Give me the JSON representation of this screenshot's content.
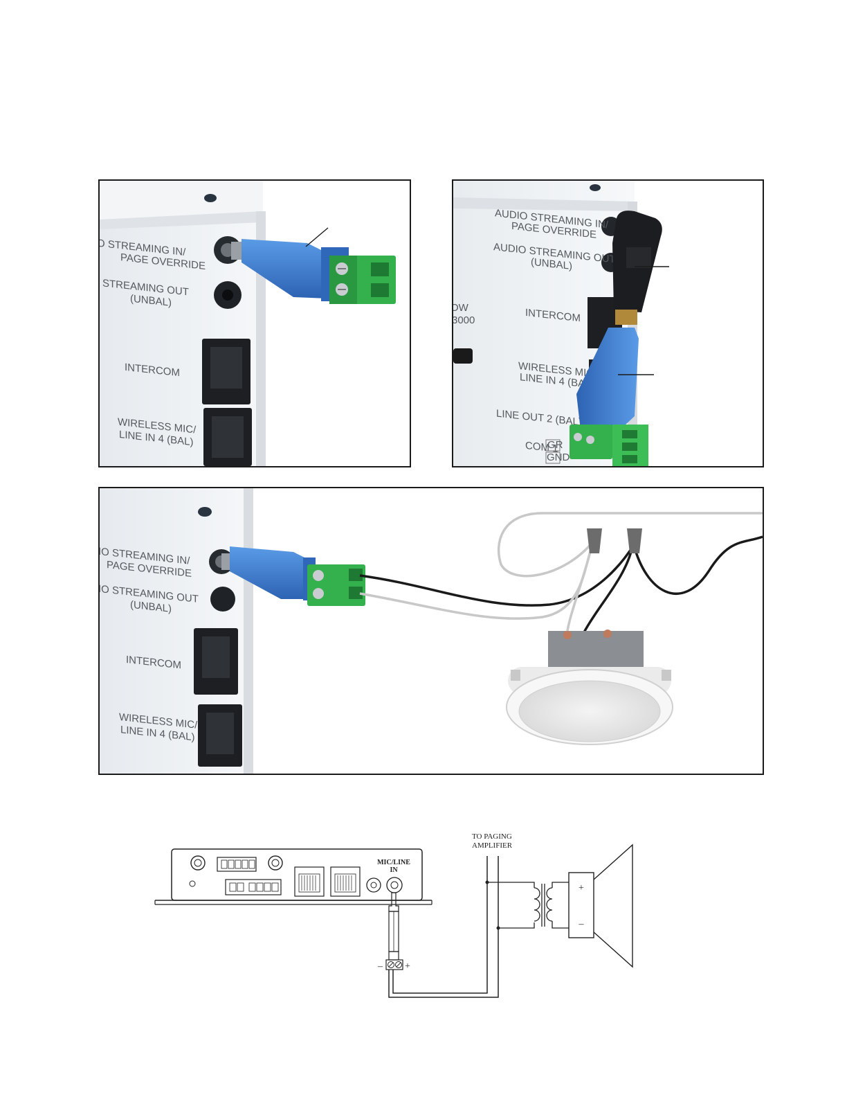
{
  "panel1": {
    "labels": [
      "O STREAMING IN/",
      "PAGE OVERRIDE",
      "STREAMING OUT",
      "(UNBAL)",
      "INTERCOM",
      "WIRELESS MIC/",
      "LINE IN 4 (BAL)"
    ]
  },
  "panel2": {
    "labels": [
      "AUDIO STREAMING IN/",
      "PAGE OVERRIDE",
      "AUDIO STREAMING OUT",
      "(UNBAL)",
      "INTERCOM",
      "WIRELESS MIC/",
      "LINE IN 4 (BAL)",
      "LINE OUT 2 (BAL)",
      "COM 1",
      "GR",
      "GND"
    ],
    "logo_fragment": "OW",
    "model_fragment": "3000"
  },
  "panel3": {
    "labels": [
      "IO STREAMING IN/",
      "PAGE OVERRIDE",
      "IO STREAMING OUT",
      "(UNBAL)",
      "INTERCOM",
      "WIRELESS MIC/",
      "LINE IN 4 (BAL)"
    ]
  },
  "schematic": {
    "mic_line_label": "MIC/LINE",
    "in_label": "IN",
    "paging_label_1": "TO PAGING",
    "paging_label_2": "AMPLIFIER",
    "plus": "+",
    "minus": "–",
    "term_minus": "–",
    "term_plus": "+"
  },
  "colors": {
    "enclosure": "#eef1f4",
    "adapter_blue": "#3f7fd0",
    "terminal_green": "#34b04c",
    "wire_black": "#1a1a1a",
    "wire_gray": "#c8c8c8"
  }
}
